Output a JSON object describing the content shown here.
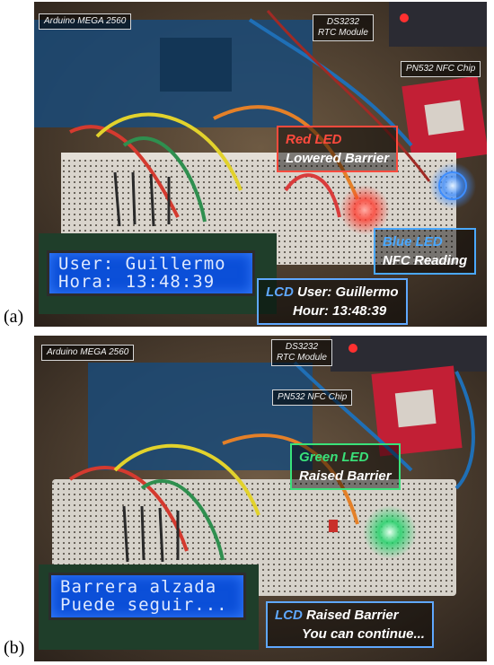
{
  "panel_a": {
    "label": "(a)",
    "callouts": {
      "arduino": "Arduino MEGA 2560",
      "rtc_line1": "DS3232",
      "rtc_line2": "RTC Module",
      "nfc_chip": "PN532 NFC Chip",
      "red_led_accent": "Red LED",
      "red_led_text": "Lowered Barrier",
      "blue_led_accent": "Blue LED",
      "blue_led_text": "NFC Reading",
      "lcd_accent": "LCD",
      "lcd_line1": "User:  Guillermo",
      "lcd_line2": "Hour:  13:48:39"
    },
    "lcd_screen": {
      "line1": "User: Guillermo",
      "line2": "Hora: 13:48:39"
    }
  },
  "panel_b": {
    "label": "(b)",
    "callouts": {
      "arduino": "Arduino MEGA 2560",
      "rtc_line1": "DS3232",
      "rtc_line2": "RTC Module",
      "nfc_chip": "PN532 NFC Chip",
      "green_led_accent": "Green LED",
      "green_led_text": "Raised Barrier",
      "lcd_accent": "LCD",
      "lcd_line1": "Raised Barrier",
      "lcd_line2": "You can continue..."
    },
    "lcd_screen": {
      "line1": "Barrera alzada",
      "line2": "Puede seguir..."
    }
  },
  "colors": {
    "red_led": "#ff4a3d",
    "blue_led": "#4aa8ff",
    "green_led": "#39e27a",
    "lcd_border": "#5fa8ff"
  }
}
